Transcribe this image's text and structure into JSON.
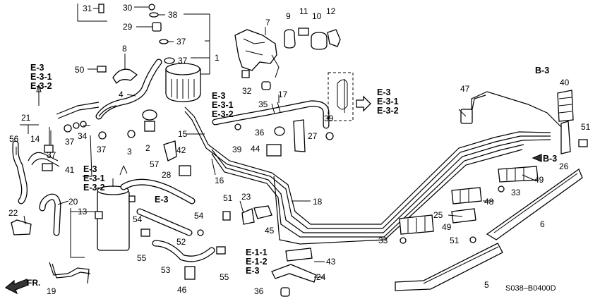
{
  "diagram": {
    "drawing_code": "S038–B0400D",
    "direction_label": "FR.",
    "callouts": [
      {
        "id": "c31",
        "text": "31"
      },
      {
        "id": "c30",
        "text": "30"
      },
      {
        "id": "c38",
        "text": "38"
      },
      {
        "id": "c29",
        "text": "29"
      },
      {
        "id": "c37a",
        "text": "37"
      },
      {
        "id": "c37b",
        "text": "37"
      },
      {
        "id": "c1",
        "text": "1"
      },
      {
        "id": "c8",
        "text": "8"
      },
      {
        "id": "c50",
        "text": "50"
      },
      {
        "id": "c4",
        "text": "4"
      },
      {
        "id": "c7",
        "text": "7"
      },
      {
        "id": "c9",
        "text": "9"
      },
      {
        "id": "c11",
        "text": "11"
      },
      {
        "id": "c10",
        "text": "10"
      },
      {
        "id": "c12",
        "text": "12"
      },
      {
        "id": "c32",
        "text": "32"
      },
      {
        "id": "c35",
        "text": "35"
      },
      {
        "id": "c17",
        "text": "17"
      },
      {
        "id": "c39a",
        "text": "39"
      },
      {
        "id": "c36a",
        "text": "36"
      },
      {
        "id": "c27",
        "text": "27"
      },
      {
        "id": "c44",
        "text": "44"
      },
      {
        "id": "c39b",
        "text": "39"
      },
      {
        "id": "c47",
        "text": "47"
      },
      {
        "id": "c40",
        "text": "40"
      },
      {
        "id": "c51a",
        "text": "51"
      },
      {
        "id": "c26",
        "text": "26"
      },
      {
        "id": "c21",
        "text": "21"
      },
      {
        "id": "c14",
        "text": "14"
      },
      {
        "id": "c56",
        "text": "56"
      },
      {
        "id": "c37c",
        "text": "37"
      },
      {
        "id": "c37d",
        "text": "37"
      },
      {
        "id": "c34",
        "text": "34"
      },
      {
        "id": "c37e",
        "text": "37"
      },
      {
        "id": "c3",
        "text": "3"
      },
      {
        "id": "c2",
        "text": "2"
      },
      {
        "id": "c15",
        "text": "15"
      },
      {
        "id": "c41",
        "text": "41"
      },
      {
        "id": "c42",
        "text": "42"
      },
      {
        "id": "c28",
        "text": "28"
      },
      {
        "id": "c57",
        "text": "57"
      },
      {
        "id": "c16",
        "text": "16"
      },
      {
        "id": "c49a",
        "text": "49"
      },
      {
        "id": "c33a",
        "text": "33"
      },
      {
        "id": "c48",
        "text": "48"
      },
      {
        "id": "c22",
        "text": "22"
      },
      {
        "id": "c20",
        "text": "20"
      },
      {
        "id": "c13",
        "text": "13"
      },
      {
        "id": "c51b",
        "text": "51"
      },
      {
        "id": "c23",
        "text": "23"
      },
      {
        "id": "c18",
        "text": "18"
      },
      {
        "id": "c54a",
        "text": "54"
      },
      {
        "id": "c54b",
        "text": "54"
      },
      {
        "id": "c45",
        "text": "45"
      },
      {
        "id": "c25",
        "text": "25"
      },
      {
        "id": "c49b",
        "text": "49"
      },
      {
        "id": "c6",
        "text": "6"
      },
      {
        "id": "c52",
        "text": "52"
      },
      {
        "id": "c55a",
        "text": "55"
      },
      {
        "id": "c33b",
        "text": "33"
      },
      {
        "id": "c51c",
        "text": "51"
      },
      {
        "id": "c53",
        "text": "53"
      },
      {
        "id": "c55b",
        "text": "55"
      },
      {
        "id": "c43",
        "text": "43"
      },
      {
        "id": "c24",
        "text": "24"
      },
      {
        "id": "c19",
        "text": "19"
      },
      {
        "id": "c46",
        "text": "46"
      },
      {
        "id": "c36b",
        "text": "36"
      },
      {
        "id": "c5",
        "text": "5"
      }
    ],
    "references": [
      {
        "id": "r1",
        "lines": [
          "E-3",
          "E-3-1",
          "E-3-2"
        ]
      },
      {
        "id": "r2",
        "lines": [
          "E-3",
          "E-3-1",
          "E-3-2"
        ]
      },
      {
        "id": "r3",
        "lines": [
          "E-3",
          "E-3-1",
          "E-3-2"
        ]
      },
      {
        "id": "r4",
        "lines": [
          "E-3",
          "E-3-1",
          "E-3-2"
        ]
      },
      {
        "id": "r5",
        "lines": [
          "E-3"
        ]
      },
      {
        "id": "r6",
        "lines": [
          "E-1-1",
          "E-1-2",
          "E-3"
        ]
      },
      {
        "id": "r7",
        "lines": [
          "B-3"
        ]
      },
      {
        "id": "r8",
        "lines": [
          "B-3"
        ]
      }
    ]
  }
}
